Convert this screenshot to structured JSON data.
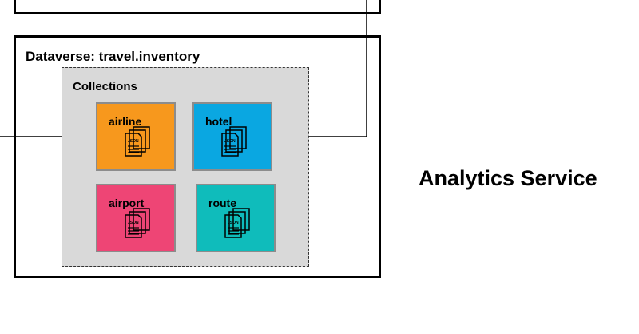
{
  "dataverse": {
    "title": "Dataverse: travel.inventory"
  },
  "collections": {
    "title": "Collections",
    "items": [
      {
        "label": "airline",
        "color": "#f7981d",
        "icon": "json-document-icon"
      },
      {
        "label": "hotel",
        "color": "#0aa7e1",
        "icon": "json-document-icon"
      },
      {
        "label": "airport",
        "color": "#ee4575",
        "icon": "json-document-icon"
      },
      {
        "label": "route",
        "color": "#0fbcbb",
        "icon": "json-document-icon"
      }
    ]
  },
  "service": {
    "label": "Analytics Service"
  },
  "icon_text": "JSON"
}
